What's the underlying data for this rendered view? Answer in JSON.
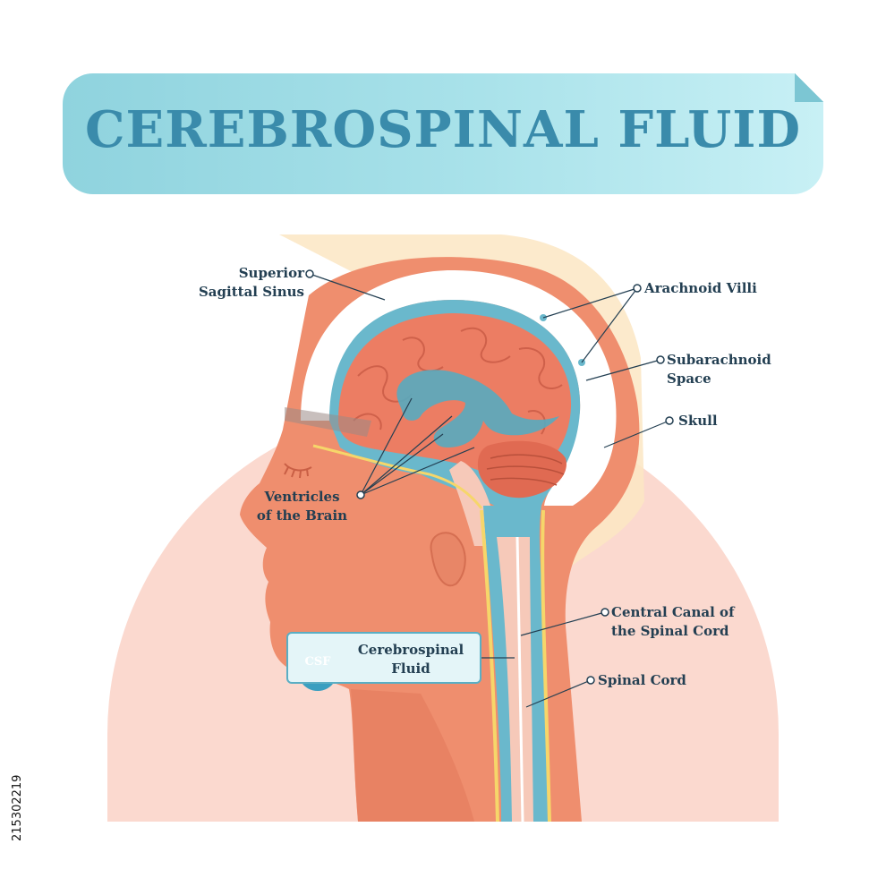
{
  "title": "CEREBROSPINAL FLUID",
  "labels": {
    "superior_sagittal_sinus": [
      "Superior",
      "Sagittal Sinus"
    ],
    "arachnoid_villi": [
      "Arachnoid Villi"
    ],
    "subarachnoid_space": [
      "Subarachnoid",
      "Space"
    ],
    "skull": [
      "Skull"
    ],
    "ventricles": [
      "Ventricles",
      "of the Brain"
    ],
    "central_canal": [
      "Central Canal of",
      "the Spinal Cord"
    ],
    "spinal_cord": [
      "Spinal Cord"
    ]
  },
  "csf_legend": {
    "badge": "CSF",
    "text": [
      "Cerebrospinal",
      "Fluid"
    ]
  },
  "stock_id": "215302219",
  "colors": {
    "title": "#3a8bab",
    "banner": "#a9e2ea",
    "head_skin": "#ef8e6e",
    "brain": "#ec7d63",
    "csf": "#6ab8cc",
    "label_text": "#233f52"
  }
}
